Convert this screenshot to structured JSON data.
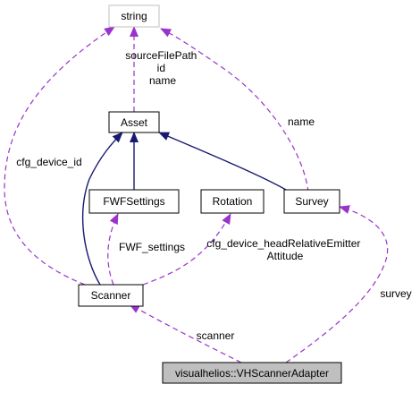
{
  "nodes": {
    "string": "string",
    "asset": "Asset",
    "fwfsettings": "FWFSettings",
    "rotation": "Rotation",
    "survey": "Survey",
    "scanner": "Scanner",
    "adapter": "visualhelios::VHScannerAdapter"
  },
  "edge_labels": {
    "string_asset": [
      "sourceFilePath",
      "id",
      "name"
    ],
    "string_survey": "name",
    "string_scanner": "cfg_device_id",
    "fwf_scanner": "FWF_settings",
    "rotation_scanner": [
      "cfg_device_headRelativeEmitter",
      "Attitude"
    ],
    "scanner_adapter": "scanner",
    "survey_adapter": "survey"
  },
  "colors": {
    "inheritance_edge": "#191970",
    "usage_edge": "#9a32cd",
    "external_node_border": "#bfbfbf",
    "focus_node_fill": "#bfbfbf"
  }
}
